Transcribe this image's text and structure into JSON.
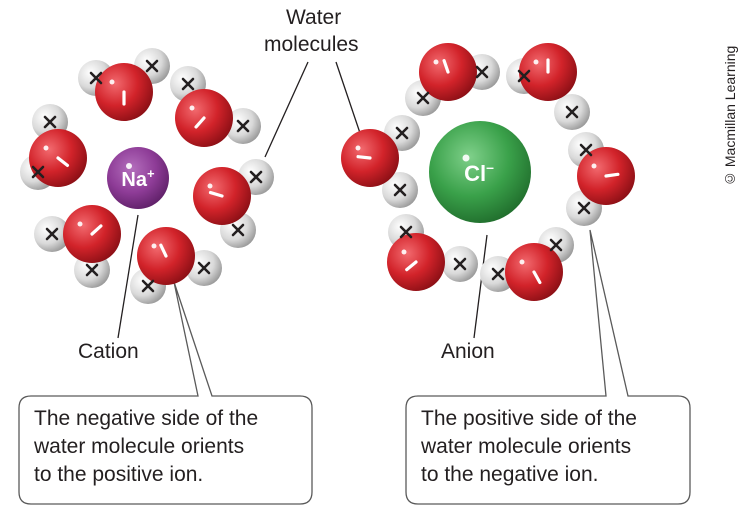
{
  "labels": {
    "water_molecules_line1": "Water",
    "water_molecules_line2": "molecules",
    "cation": "Cation",
    "anion": "Anion"
  },
  "ions": {
    "cation": {
      "symbol": "Na",
      "charge": "+",
      "color": "#8e3c97"
    },
    "anion": {
      "symbol": "Cl",
      "charge": "–",
      "color": "#3aa14a"
    }
  },
  "callouts": {
    "left": [
      "The negative side of the",
      "water molecule orients",
      "to the positive ion."
    ],
    "right": [
      "The positive side of the",
      "water molecule orients",
      "to the negative ion."
    ]
  },
  "credit": "© Macmillan Learning",
  "colors": {
    "oxygen": "#d2232a",
    "hydrogen": "#d9d9d9",
    "text": "#231f20"
  }
}
